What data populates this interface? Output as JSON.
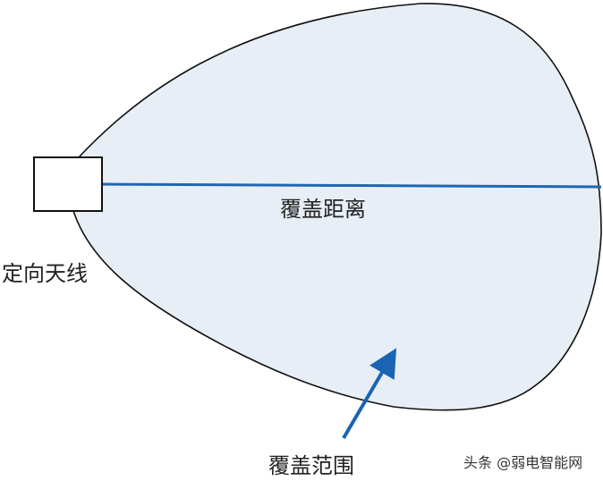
{
  "labels": {
    "antenna": "定向天线",
    "coverage_distance": "覆盖距离",
    "coverage_range": "覆盖范围"
  },
  "watermark": "头条 @弱电智能网",
  "colors": {
    "coverage_fill": "#e8eef6",
    "outline": "#111111",
    "distance_line": "#1f66b0",
    "arrow": "#1b64b3",
    "antenna_fill": "#ffffff"
  }
}
